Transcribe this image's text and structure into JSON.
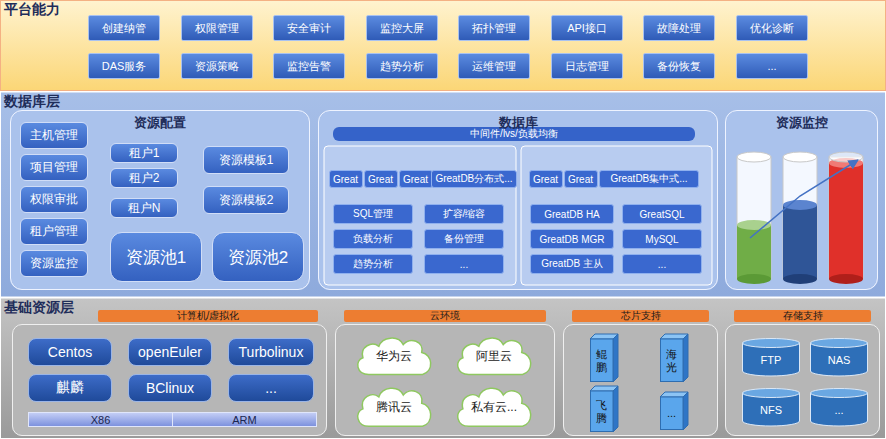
{
  "diagram": {
    "nodes": [
      {
        "text": [
          "平台能力"
        ]
      },
      {
        "text": [
          "创建纳管"
        ],
        "in": 0
      },
      {
        "text": [
          "权限管理"
        ],
        "in": 0
      },
      {
        "text": [
          "安全审计"
        ],
        "in": 0
      },
      {
        "text": [
          "监控大屏"
        ],
        "in": 0
      },
      {
        "text": [
          "拓扑管理"
        ],
        "in": 0
      },
      {
        "text": [
          "API接口"
        ],
        "in": 0
      },
      {
        "text": [
          "故障处理"
        ],
        "in": 0
      },
      {
        "text": [
          "优化诊断"
        ],
        "in": 0
      },
      {
        "text": [
          "DAS服务"
        ],
        "in": 0
      },
      {
        "text": [
          "资源策略"
        ],
        "in": 0
      },
      {
        "text": [
          "监控告警"
        ],
        "in": 0
      },
      {
        "text": [
          "趋势分析"
        ],
        "in": 0
      },
      {
        "text": [
          "运维管理"
        ],
        "in": 0
      },
      {
        "text": [
          "日志管理"
        ],
        "in": 0
      },
      {
        "text": [
          "备份恢复"
        ],
        "in": 0
      },
      {
        "text": [
          "..."
        ],
        "in": 0
      },
      {
        "text": [
          "数据库层"
        ]
      },
      {
        "text": [
          "资源配置"
        ],
        "in": 17
      },
      {
        "text": [
          "主机管理"
        ],
        "in": 18
      },
      {
        "text": [
          "项目管理"
        ],
        "in": 18
      },
      {
        "text": [
          "权限审批"
        ],
        "in": 18
      },
      {
        "text": [
          "租户管理"
        ],
        "in": 18
      },
      {
        "text": [
          "资源监控"
        ],
        "in": 18
      },
      {
        "text": [
          "租户1"
        ],
        "in": 18
      },
      {
        "text": [
          "租户2"
        ],
        "in": 18
      },
      {
        "text": [
          "租户N"
        ],
        "in": 18
      },
      {
        "text": [
          "资源模板1"
        ],
        "in": 18
      },
      {
        "text": [
          "资源模板2"
        ],
        "in": 18
      },
      {
        "text": [
          "资源池1"
        ],
        "in": 18
      },
      {
        "text": [
          "资源池2"
        ],
        "in": 18
      },
      {
        "text": [
          "数据库"
        ],
        "in": 17
      },
      {
        "text": [
          "中间件/lvs/负载均衡"
        ],
        "in": 31
      },
      {
        "text": [
          "Great"
        ],
        "in": 31
      },
      {
        "text": [
          "Great"
        ],
        "in": 31
      },
      {
        "text": [
          "Great"
        ],
        "in": 31
      },
      {
        "text": [
          "GreatDB分布式..."
        ],
        "in": 31
      },
      {
        "text": [
          "SQL管理"
        ],
        "in": 31
      },
      {
        "text": [
          "扩容/缩容"
        ],
        "in": 31
      },
      {
        "text": [
          "负载分析"
        ],
        "in": 31
      },
      {
        "text": [
          "备份管理"
        ],
        "in": 31
      },
      {
        "text": [
          "趋势分析"
        ],
        "in": 31
      },
      {
        "text": [
          "..."
        ],
        "in": 31
      },
      {
        "text": [
          "Great"
        ],
        "in": 31
      },
      {
        "text": [
          "Great"
        ],
        "in": 31
      },
      {
        "text": [
          "GreatDB集中式..."
        ],
        "in": 31
      },
      {
        "text": [
          "GreatDB HA"
        ],
        "in": 31
      },
      {
        "text": [
          "GreatSQL"
        ],
        "in": 31
      },
      {
        "text": [
          "GreatDB MGR"
        ],
        "in": 31
      },
      {
        "text": [
          "MySQL"
        ],
        "in": 31
      },
      {
        "text": [
          "GreatDB 主从"
        ],
        "in": 31
      },
      {
        "text": [
          "..."
        ],
        "in": 31
      },
      {
        "text": [
          "资源监控"
        ],
        "in": 17
      },
      {
        "text": [
          "基础资源层"
        ]
      },
      {
        "text": [
          "计算机/虚拟化"
        ],
        "in": 53
      },
      {
        "text": [
          "Centos"
        ],
        "in": 54
      },
      {
        "text": [
          "openEuler"
        ],
        "in": 54
      },
      {
        "text": [
          "Turbolinux"
        ],
        "in": 54
      },
      {
        "text": [
          "麒麟"
        ],
        "in": 54
      },
      {
        "text": [
          "BClinux"
        ],
        "in": 54
      },
      {
        "text": [
          "..."
        ],
        "in": 54
      },
      {
        "text": [
          "X86"
        ],
        "in": 54
      },
      {
        "text": [
          "ARM"
        ],
        "in": 54
      },
      {
        "text": [
          "云环境"
        ],
        "in": 53
      },
      {
        "text": [
          "华为云"
        ],
        "in": 63
      },
      {
        "text": [
          "阿里云"
        ],
        "in": 63
      },
      {
        "text": [
          "腾讯云"
        ],
        "in": 63
      },
      {
        "text": [
          "私有云..."
        ],
        "in": 63
      },
      {
        "text": [
          "芯片支持"
        ],
        "in": 53
      },
      {
        "text": [
          "鲲鹏"
        ],
        "in": 68
      },
      {
        "text": [
          "海光"
        ],
        "in": 68
      },
      {
        "text": [
          "飞腾"
        ],
        "in": 68
      },
      {
        "text": [
          "..."
        ],
        "in": 68
      },
      {
        "text": [
          "存储支持"
        ],
        "in": 53
      },
      {
        "text": [
          "FTP"
        ],
        "in": 73
      },
      {
        "text": [
          "NAS"
        ],
        "in": 73
      },
      {
        "text": [
          "NFS"
        ],
        "in": 73
      },
      {
        "text": [
          "..."
        ],
        "in": 73
      }
    ]
  }
}
